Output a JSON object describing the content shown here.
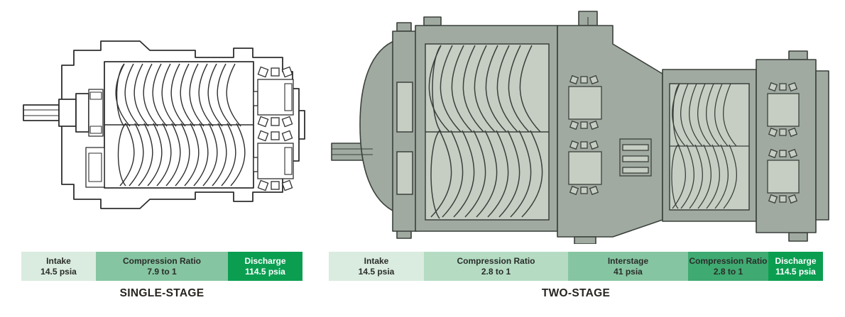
{
  "figures": [
    {
      "caption": "SINGLE-STAGE",
      "illustration": "single-stage-screw-compressor-cutaway",
      "table": {
        "cells": [
          {
            "label": "Intake",
            "value": "14.5 psia",
            "bg": "#daecdf",
            "text_color": "#2a2d2a"
          },
          {
            "label": "Compression Ratio",
            "value": "7.9 to 1",
            "bg": "#86c5a1",
            "text_color": "#2a2d2a"
          },
          {
            "label": "Discharge",
            "value": "114.5 psia",
            "bg": "#0b9e51",
            "text_color": "#ffffff"
          }
        ]
      }
    },
    {
      "caption": "TWO-STAGE",
      "illustration": "two-stage-screw-compressor-cutaway",
      "table": {
        "cells": [
          {
            "label": "Intake",
            "value": "14.5 psia",
            "bg": "#daecdf",
            "text_color": "#2a2d2a"
          },
          {
            "label": "Compression Ratio",
            "value": "2.8 to 1",
            "bg": "#b5dcc3",
            "text_color": "#2a2d2a"
          },
          {
            "label": "Interstage",
            "value": "41 psia",
            "bg": "#86c5a1",
            "text_color": "#2a2d2a"
          },
          {
            "label": "Compression Ratio",
            "value": "2.8 to 1",
            "bg": "#3faa71",
            "text_color": "#2a2d2a"
          },
          {
            "label": "Discharge",
            "value": "114.5 psia",
            "bg": "#0b9e51",
            "text_color": "#ffffff"
          }
        ]
      }
    }
  ],
  "palette": {
    "green_lightest": "#daecdf",
    "green_light": "#b5dcc3",
    "green_medium": "#86c5a1",
    "green_dark": "#3faa71",
    "green_darkest": "#0b9e51",
    "lineart_stroke": "#2e2e2e",
    "casing_fill": "#a0aaa1",
    "rotor_fill": "#c6cec4",
    "caption_text": "#282420"
  }
}
